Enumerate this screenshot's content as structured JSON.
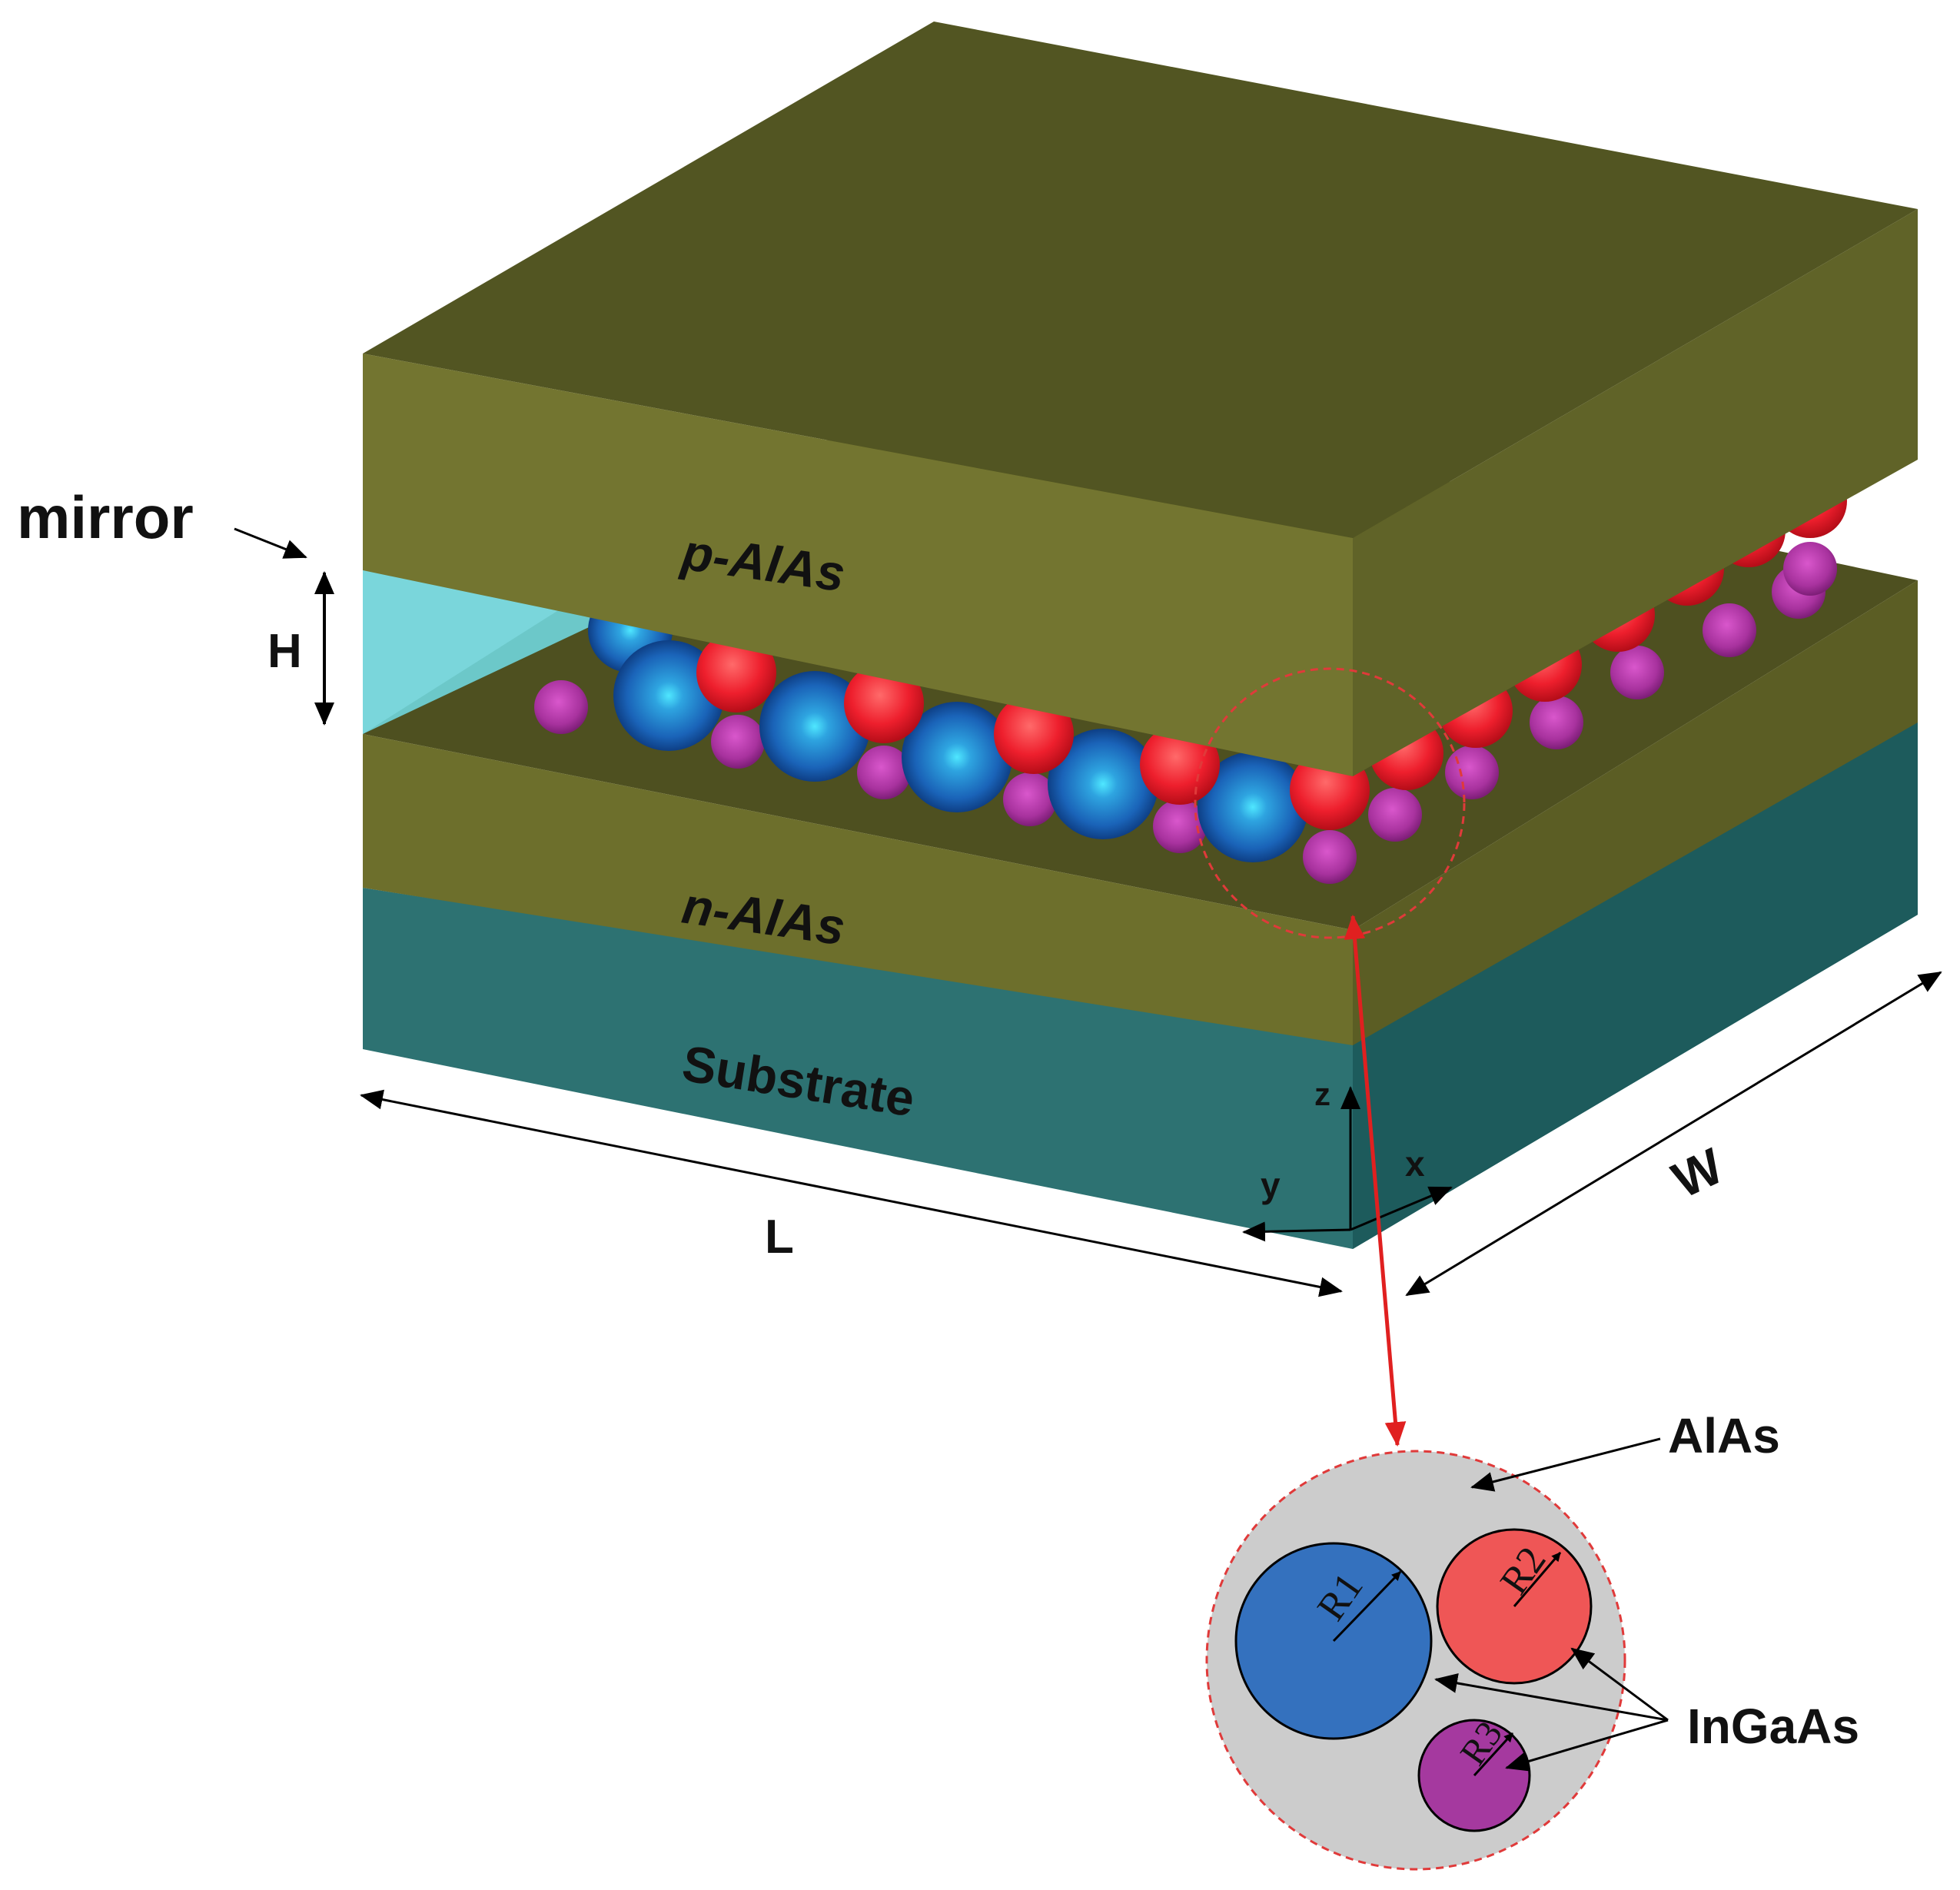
{
  "labels": {
    "mirror": "mirror",
    "h": "H",
    "p_layer": "p-AlAs",
    "n_layer": "n-AlAs",
    "substrate": "Substrate",
    "l": "L",
    "w": "W",
    "axis_z": "z",
    "axis_y": "y",
    "axis_x": "x",
    "alas": "AlAs",
    "ingaas": "InGaAs",
    "r1": "R1",
    "r2": "R2",
    "r3": "R3"
  },
  "colors": {
    "p_front": "#737530",
    "p_top": "#525522",
    "p_side": "#606328",
    "n_front": "#6d6f2c",
    "n_top": "#4e5020",
    "n_side": "#5b5d24",
    "sub_front": "#2d7272",
    "sub_side": "#1e5a5b",
    "mirror": "#6fd3d8",
    "dot_blue": "#2f6fbe",
    "dot_red": "#ee4444",
    "dot_purple": "#a8329e",
    "inset_fill": "#cccccc",
    "inset_border": "#e03a3a",
    "pointer": "#e02020"
  }
}
